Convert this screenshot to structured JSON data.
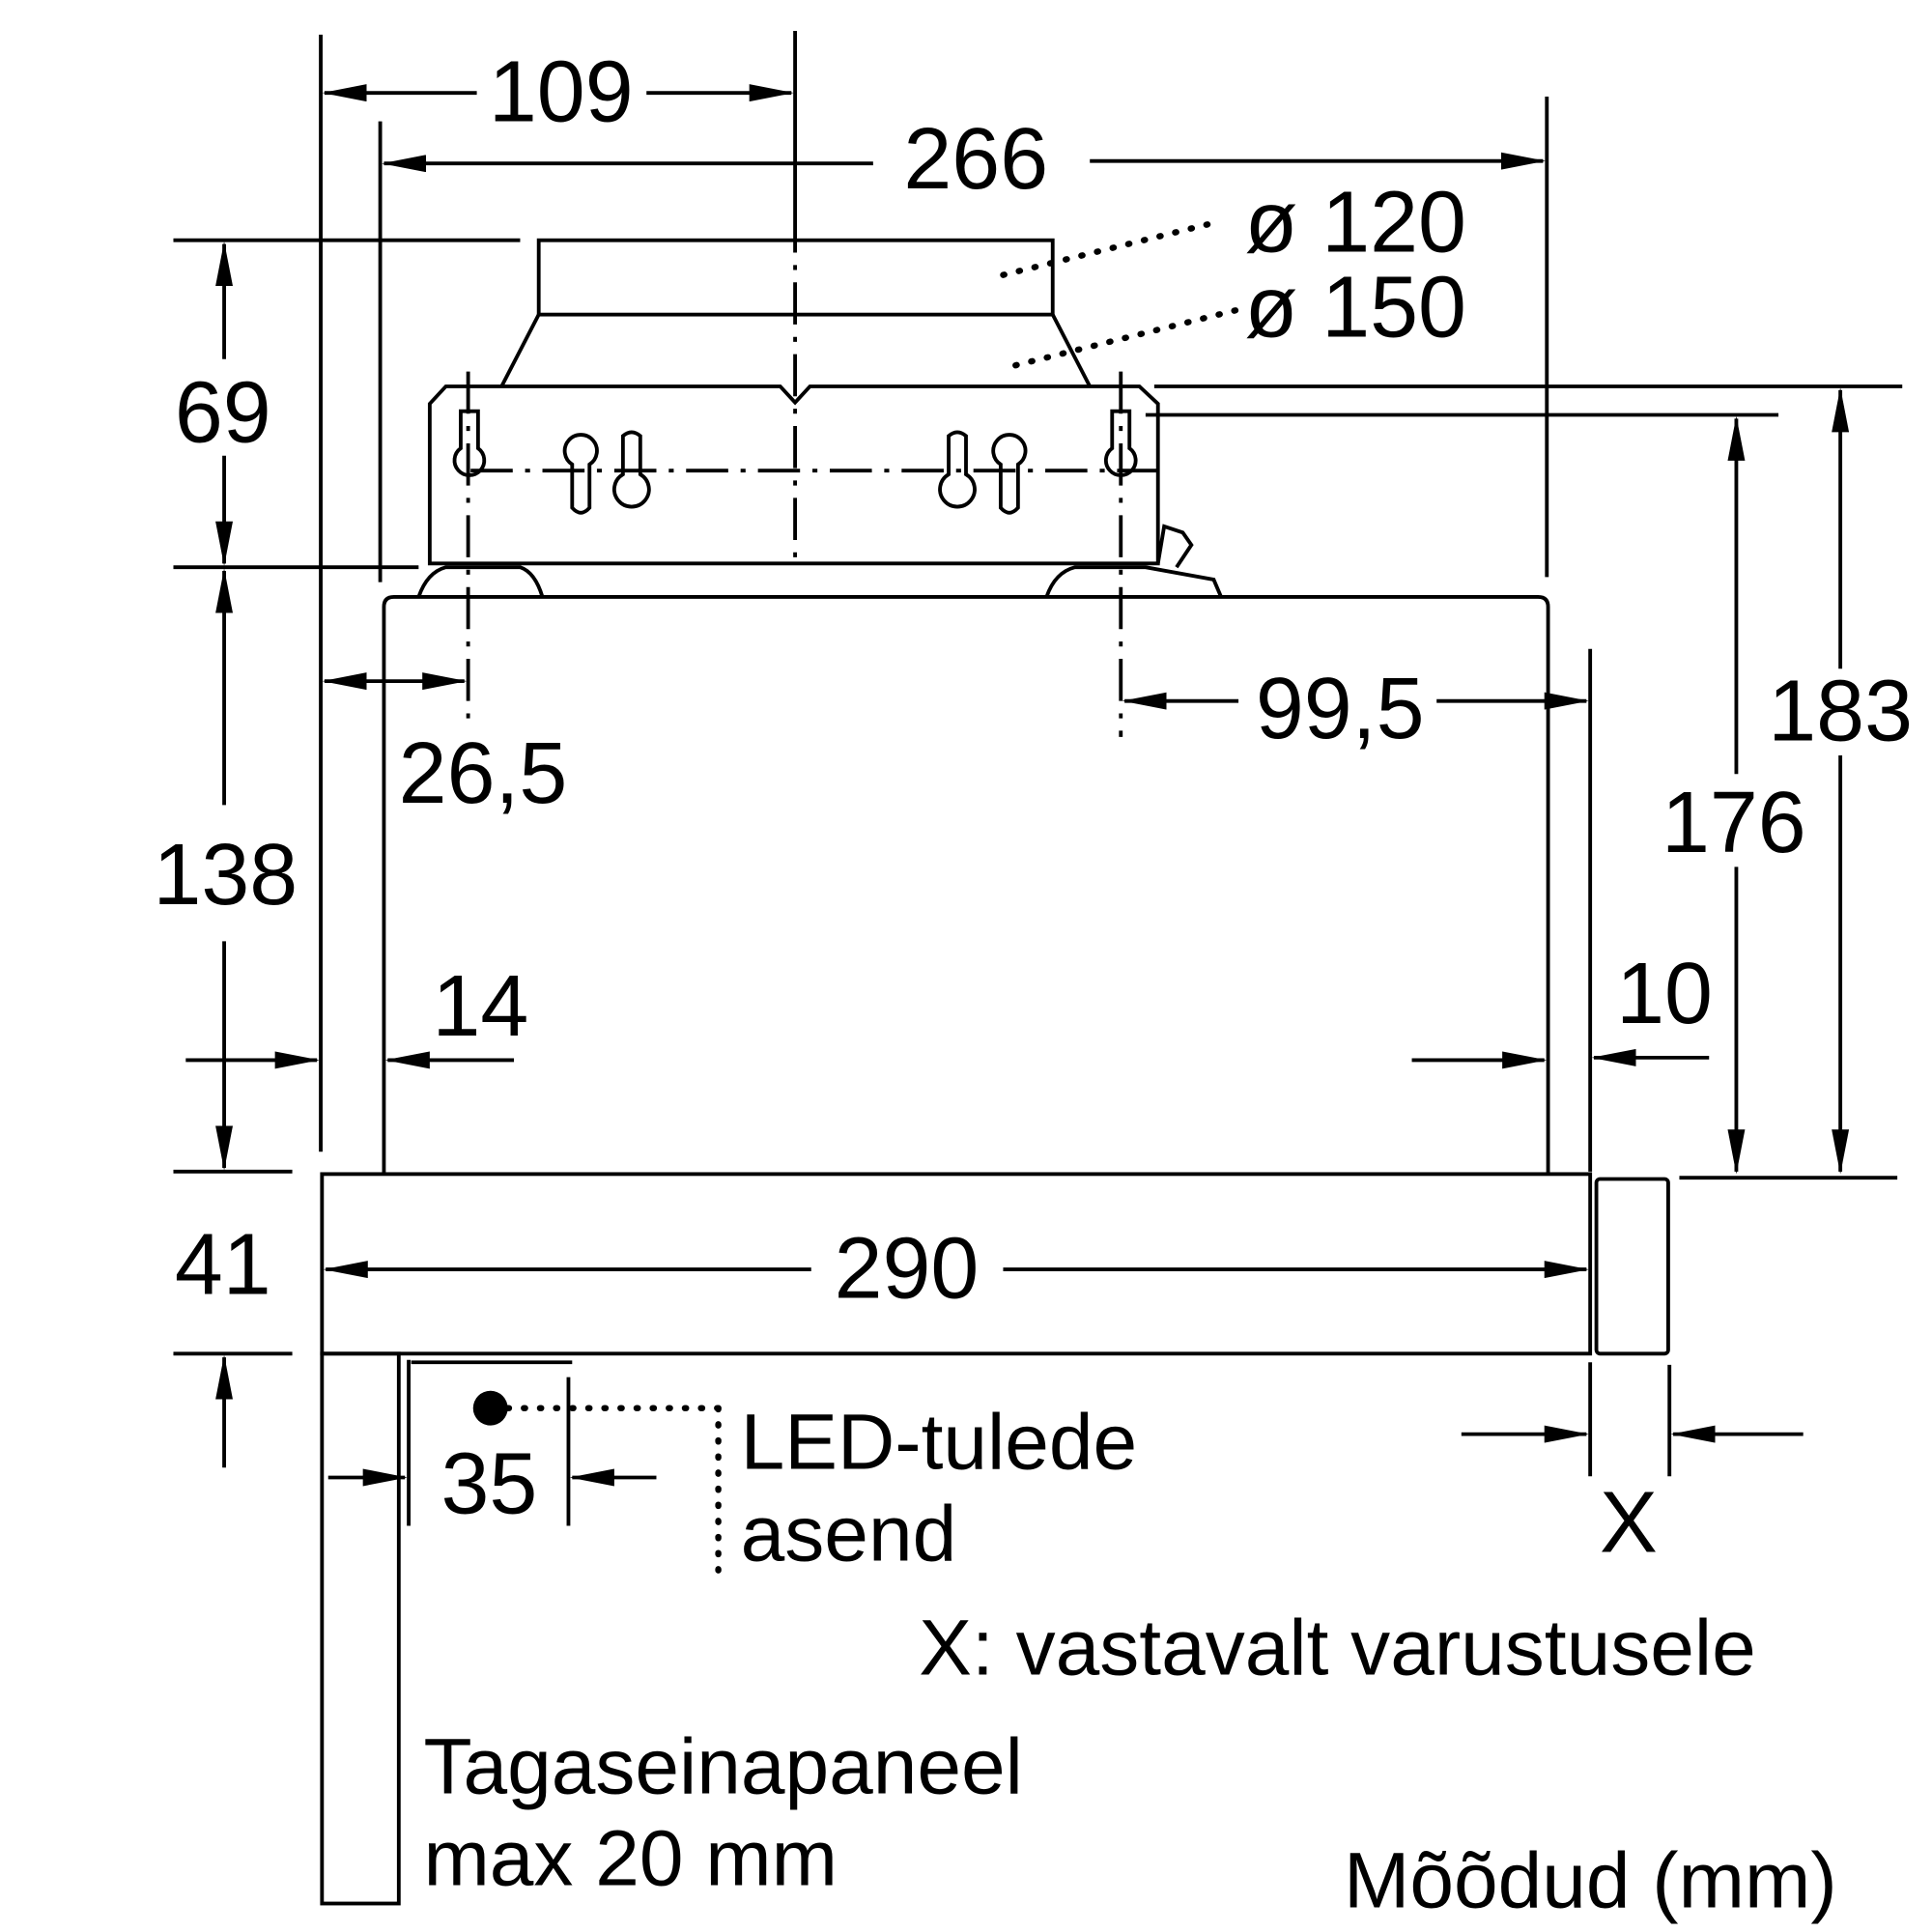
{
  "dimensions": {
    "d109": "109",
    "d266": "266",
    "d120": "ø 120",
    "d150": "ø 150",
    "d69": "69",
    "d138": "138",
    "d41": "41",
    "d26_5": "26,5",
    "d99_5": "99,5",
    "d183": "183",
    "d176": "176",
    "d14": "14",
    "d10": "10",
    "d290": "290",
    "d35": "35",
    "dx": "X"
  },
  "labels": {
    "led_line1": "LED-tulede",
    "led_line2": "asend",
    "x_note": "X: vastavalt varustusele",
    "panel_line1": "Tagaseinapaneel",
    "panel_line2": "max 20 mm",
    "units": "Mõõdud (mm)"
  }
}
